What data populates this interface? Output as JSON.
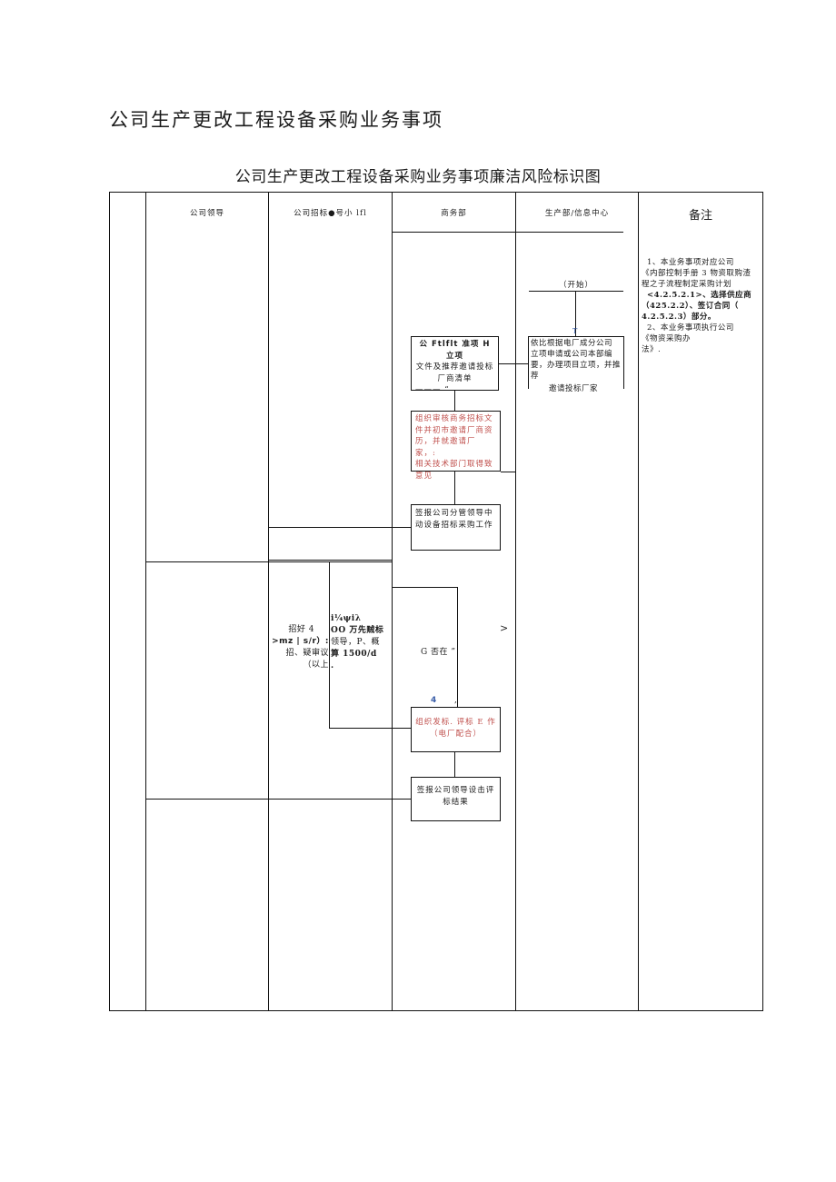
{
  "page": {
    "heading": "公司生产更改工程设备采购业务事项",
    "chart_title": "公司生产更改工程设备采购业务事项廉洁风险标识图"
  },
  "lanes": {
    "company_leader": "公司领导",
    "bidding_group": "公司招标●号小 lfl",
    "commerce_dept": "商务部",
    "production_dept": "生产部/信息中心",
    "remarks": "备注"
  },
  "remarks": {
    "line1": "1、本业务事项对应公司",
    "line2": "《内部控制手册 3 物资取购渣",
    "line3": "程之子流程制定采购计划",
    "line4": "<4.2.5.2.1>、选择供应商",
    "line5": "（425.2.2）、签订合同（",
    "line6": "4.2.5.2.3）部分。",
    "line7": "2、本业务事项执行公司",
    "line8": "《物资采购办",
    "line9": "法》."
  },
  "nodes": {
    "start": "（开始）",
    "start_mark": "T",
    "production_request": {
      "line1": "依比根据电厂成分公司",
      "line2": "立项申请或公司本部编",
      "line3": "要，办理项目立项，并推",
      "line4": "荐",
      "line5": "邀请投标厂家"
    },
    "prepare_docs": {
      "line1": "公 Ftlflt 准项 H 立项",
      "line2": "文件及推荐邀请投标",
      "line3": "厂商清单",
      "line4": "——— “"
    },
    "review_docs": {
      "line1": "组织审核商务招标文",
      "line2": "件并初市邀请厂商资",
      "line3": "历，并就邀请厂家，:",
      "line4": "相关技术部门取得致",
      "line5": "意见"
    },
    "report_leader": {
      "line1": "签报公司分管领导中",
      "line2": "动设备招标采购工作"
    },
    "organize_bidding": {
      "line1": "组织发标. 评标 E 作",
      "line2": "（电厂配合）"
    },
    "report_result": {
      "line1": "签报公司领导设击评",
      "line2": "标结果"
    }
  },
  "fragments": {
    "bid_group_left": {
      "line1": "招好 4",
      "line2": ">mz | s/r）:",
      "line3": "招、疑审议",
      "line4": "（以上"
    },
    "bid_group_right": {
      "line1": "i¼ψiλ",
      "line2": "OO 万先贼标",
      "line3": "领导，P、概",
      "line4": "算 1500/d",
      "line5": "."
    },
    "decision": "G 否在 ”",
    "arrow_mark": ">",
    "step_number": "4",
    "step_mark": ","
  },
  "colors": {
    "risk_text": "#c0504d",
    "mark_blue": "#3a5ea8",
    "line": "#111111"
  }
}
